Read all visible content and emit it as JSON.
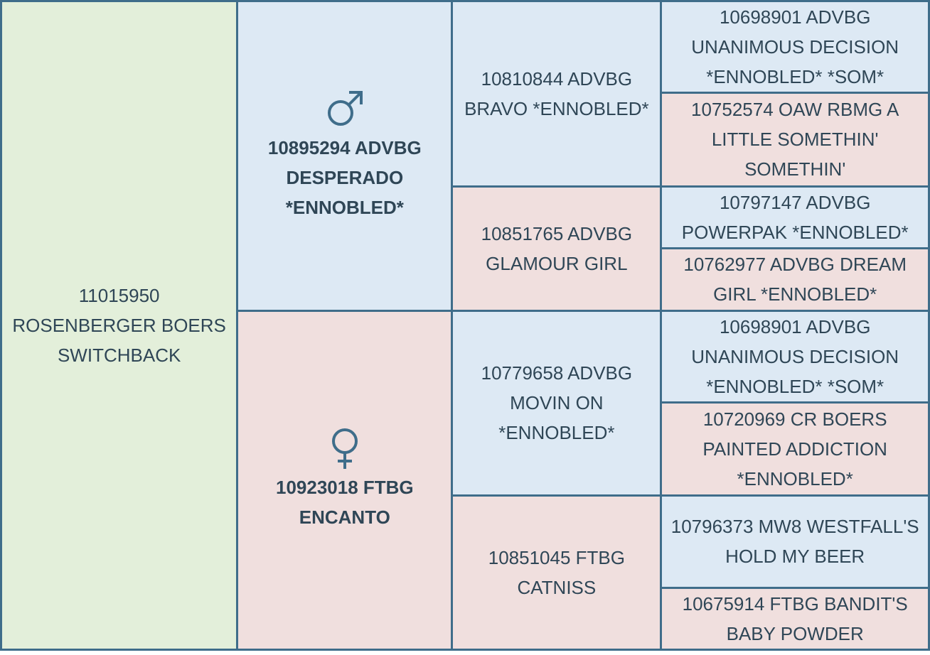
{
  "subject": {
    "name": "11015950 ROSENBERGER BOERS SWITCHBACK"
  },
  "sire": {
    "icon": "male-symbol-icon",
    "name": "10895294 ADVBG DESPERADO *ENNOBLED*",
    "sire": {
      "name": "10810844 ADVBG BRAVO *ENNOBLED*",
      "sire": {
        "name": "10698901 ADVBG UNANIMOUS DECISION *ENNOBLED* *SOM*"
      },
      "dam": {
        "name": "10752574 OAW RBMG A LITTLE SOMETHIN' SOMETHIN'"
      }
    },
    "dam": {
      "name": "10851765 ADVBG GLAMOUR GIRL",
      "sire": {
        "name": "10797147 ADVBG POWERPAK *ENNOBLED*"
      },
      "dam": {
        "name": "10762977 ADVBG DREAM GIRL *ENNOBLED*"
      }
    }
  },
  "dam": {
    "icon": "female-symbol-icon",
    "name": "10923018 FTBG ENCANTO",
    "sire": {
      "name": "10779658 ADVBG MOVIN ON *ENNOBLED*",
      "sire": {
        "name": "10698901 ADVBG UNANIMOUS DECISION *ENNOBLED* *SOM*"
      },
      "dam": {
        "name": "10720969 CR BOERS PAINTED ADDICTION *ENNOBLED*"
      }
    },
    "dam": {
      "name": "10851045 FTBG CATNISS",
      "sire": {
        "name": "10796373 MW8 WESTFALL'S HOLD MY BEER"
      },
      "dam": {
        "name": "10675914 FTBG BANDIT'S BABY POWDER"
      }
    }
  },
  "colors": {
    "border": "#3f6d8a",
    "subject_bg": "#e3efda",
    "male_bg": "#dde9f4",
    "female_bg": "#f0dfde",
    "text": "#2f4656"
  }
}
